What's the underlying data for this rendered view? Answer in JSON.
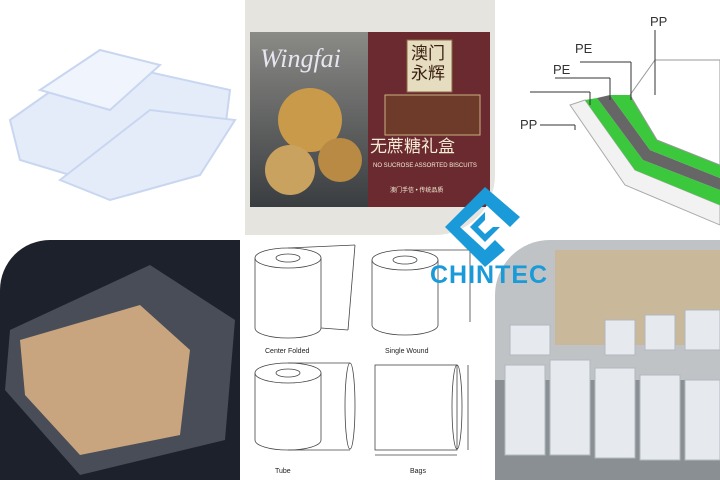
{
  "layers": {
    "labels": [
      "PP",
      "PE",
      "PE",
      "PP"
    ],
    "colors": {
      "pe": "#3cc83c",
      "dark": "#666666"
    }
  },
  "package": {
    "brand": "Wingfai",
    "brand_cn": "澳门永辉",
    "product_cn": "无蔗糖礼盒",
    "product_en": "NO SUCROSE ASSORTED BISCUITS",
    "tagline": "澳门手信 • 传统品质"
  },
  "rolls": {
    "labels": [
      "Center Folded",
      "Single Wound",
      "Tube",
      "Bags"
    ]
  },
  "logo": {
    "text": "CHINTEC",
    "color": "#1a9ad9"
  }
}
